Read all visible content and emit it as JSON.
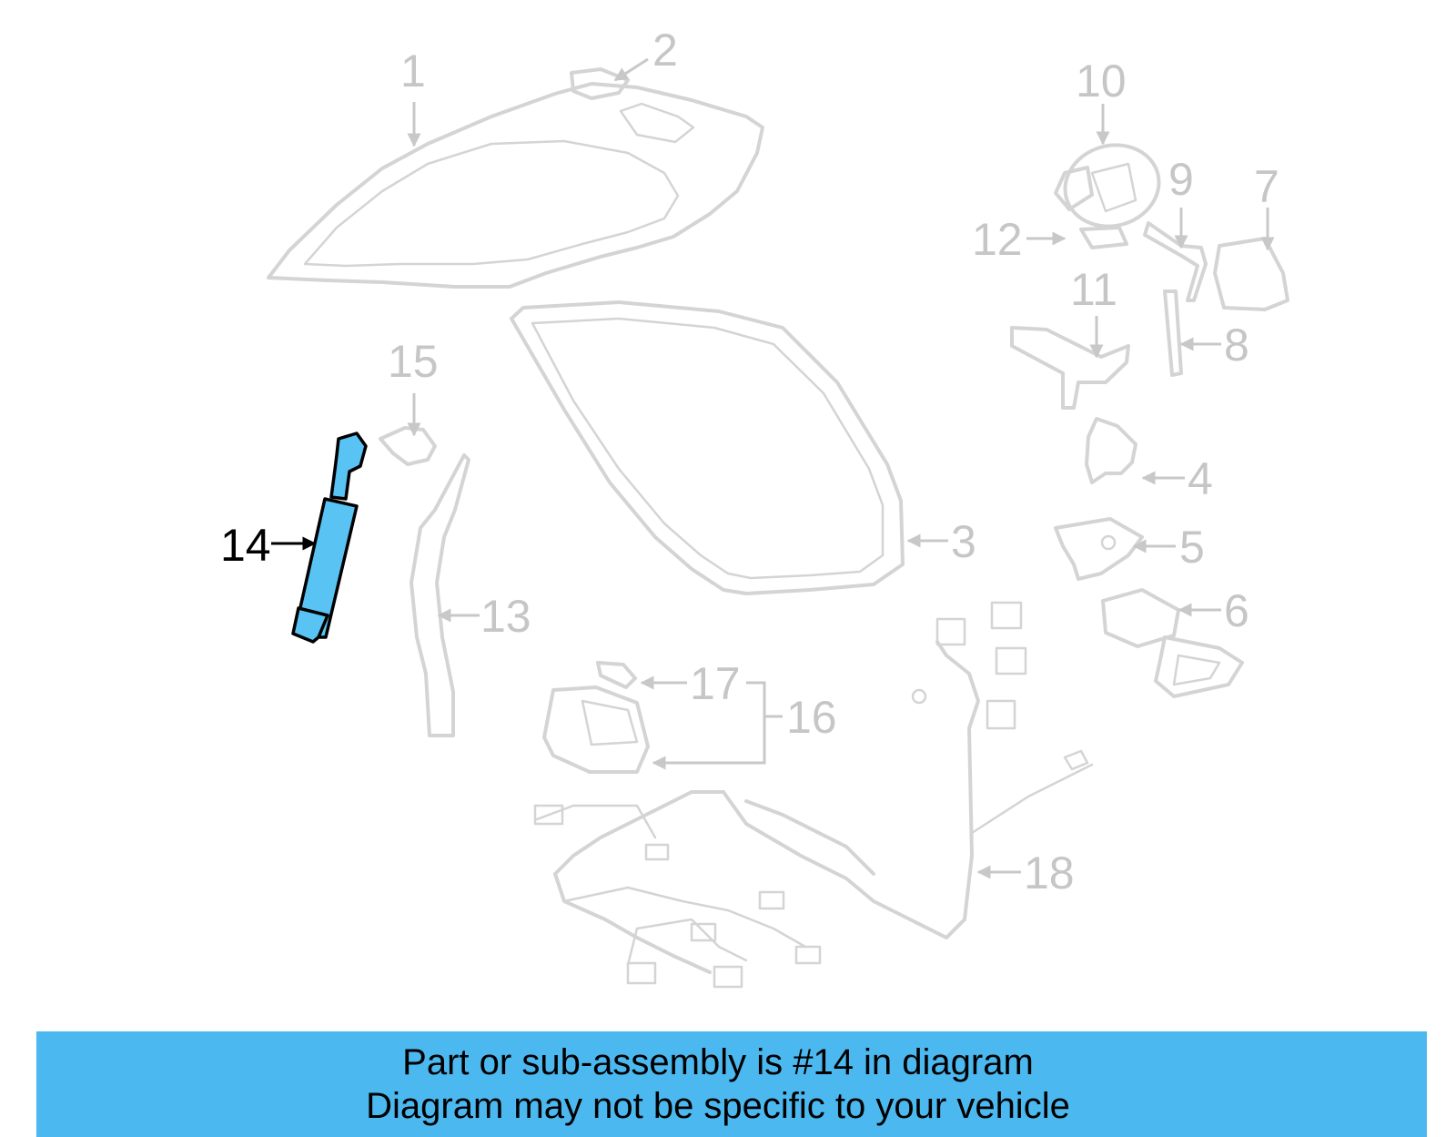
{
  "diagram": {
    "callouts": [
      "1",
      "2",
      "3",
      "4",
      "5",
      "6",
      "7",
      "8",
      "9",
      "10",
      "11",
      "12",
      "13",
      "14",
      "15",
      "16",
      "17",
      "18"
    ],
    "highlighted_callout": "14",
    "colors": {
      "highlight_fill": "#59c4f4",
      "highlight_outline": "#000000",
      "part_lines": "#d4d4d4",
      "callout_text": "#c6c6c6",
      "banner_background": "#4cb8f0"
    }
  },
  "banner": {
    "line1": "Part or sub-assembly is #14 in diagram",
    "line2": "Diagram may not be specific to your vehicle"
  }
}
